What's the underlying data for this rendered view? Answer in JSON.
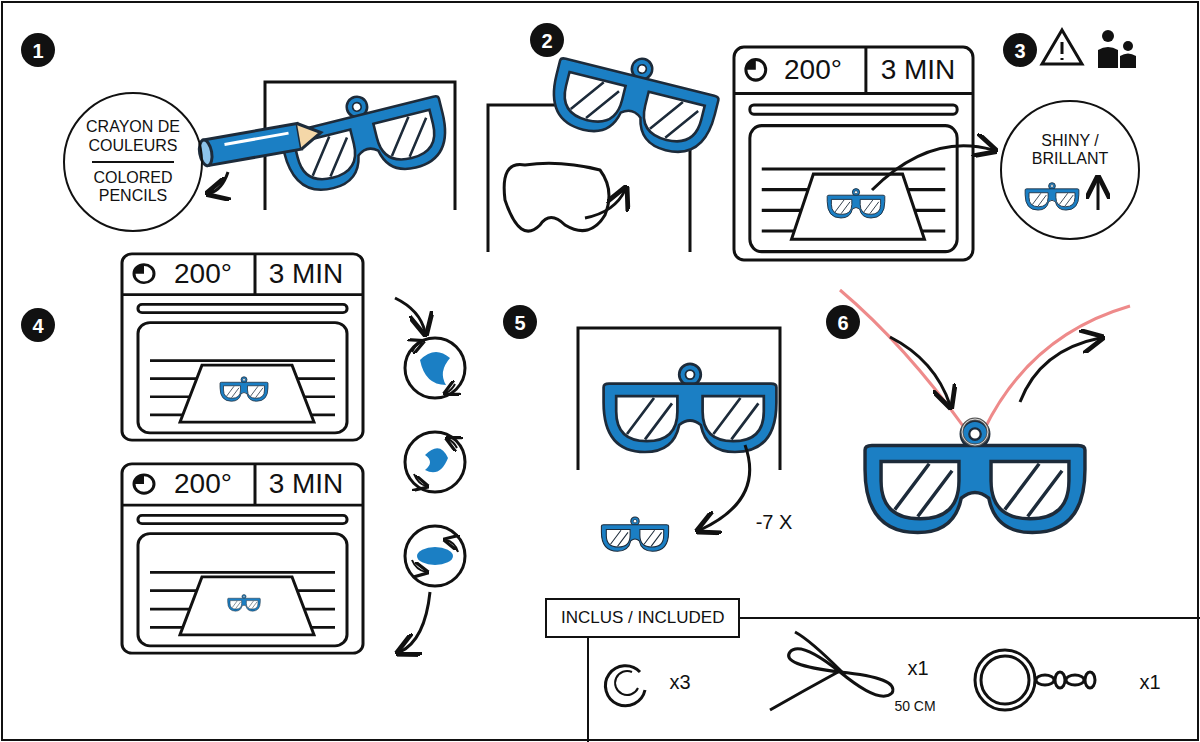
{
  "diagram": {
    "nodes": [
      {
        "text": [
          "CRAYON DE COULEURS",
          "COLORED PENCILS"
        ]
      },
      {
        "text": [
          "SHINY / BRILLANT"
        ]
      },
      {
        "text": [
          "INCLUS / INCLUDED"
        ]
      }
    ],
    "labels": [
      "1",
      "2",
      "200°",
      "3 MIN",
      "3",
      "4",
      "200°",
      "3 MIN",
      "200°",
      "3 MIN",
      "5",
      "-7 X",
      "6",
      "x3",
      "x1",
      "50 CM",
      "x1"
    ]
  }
}
